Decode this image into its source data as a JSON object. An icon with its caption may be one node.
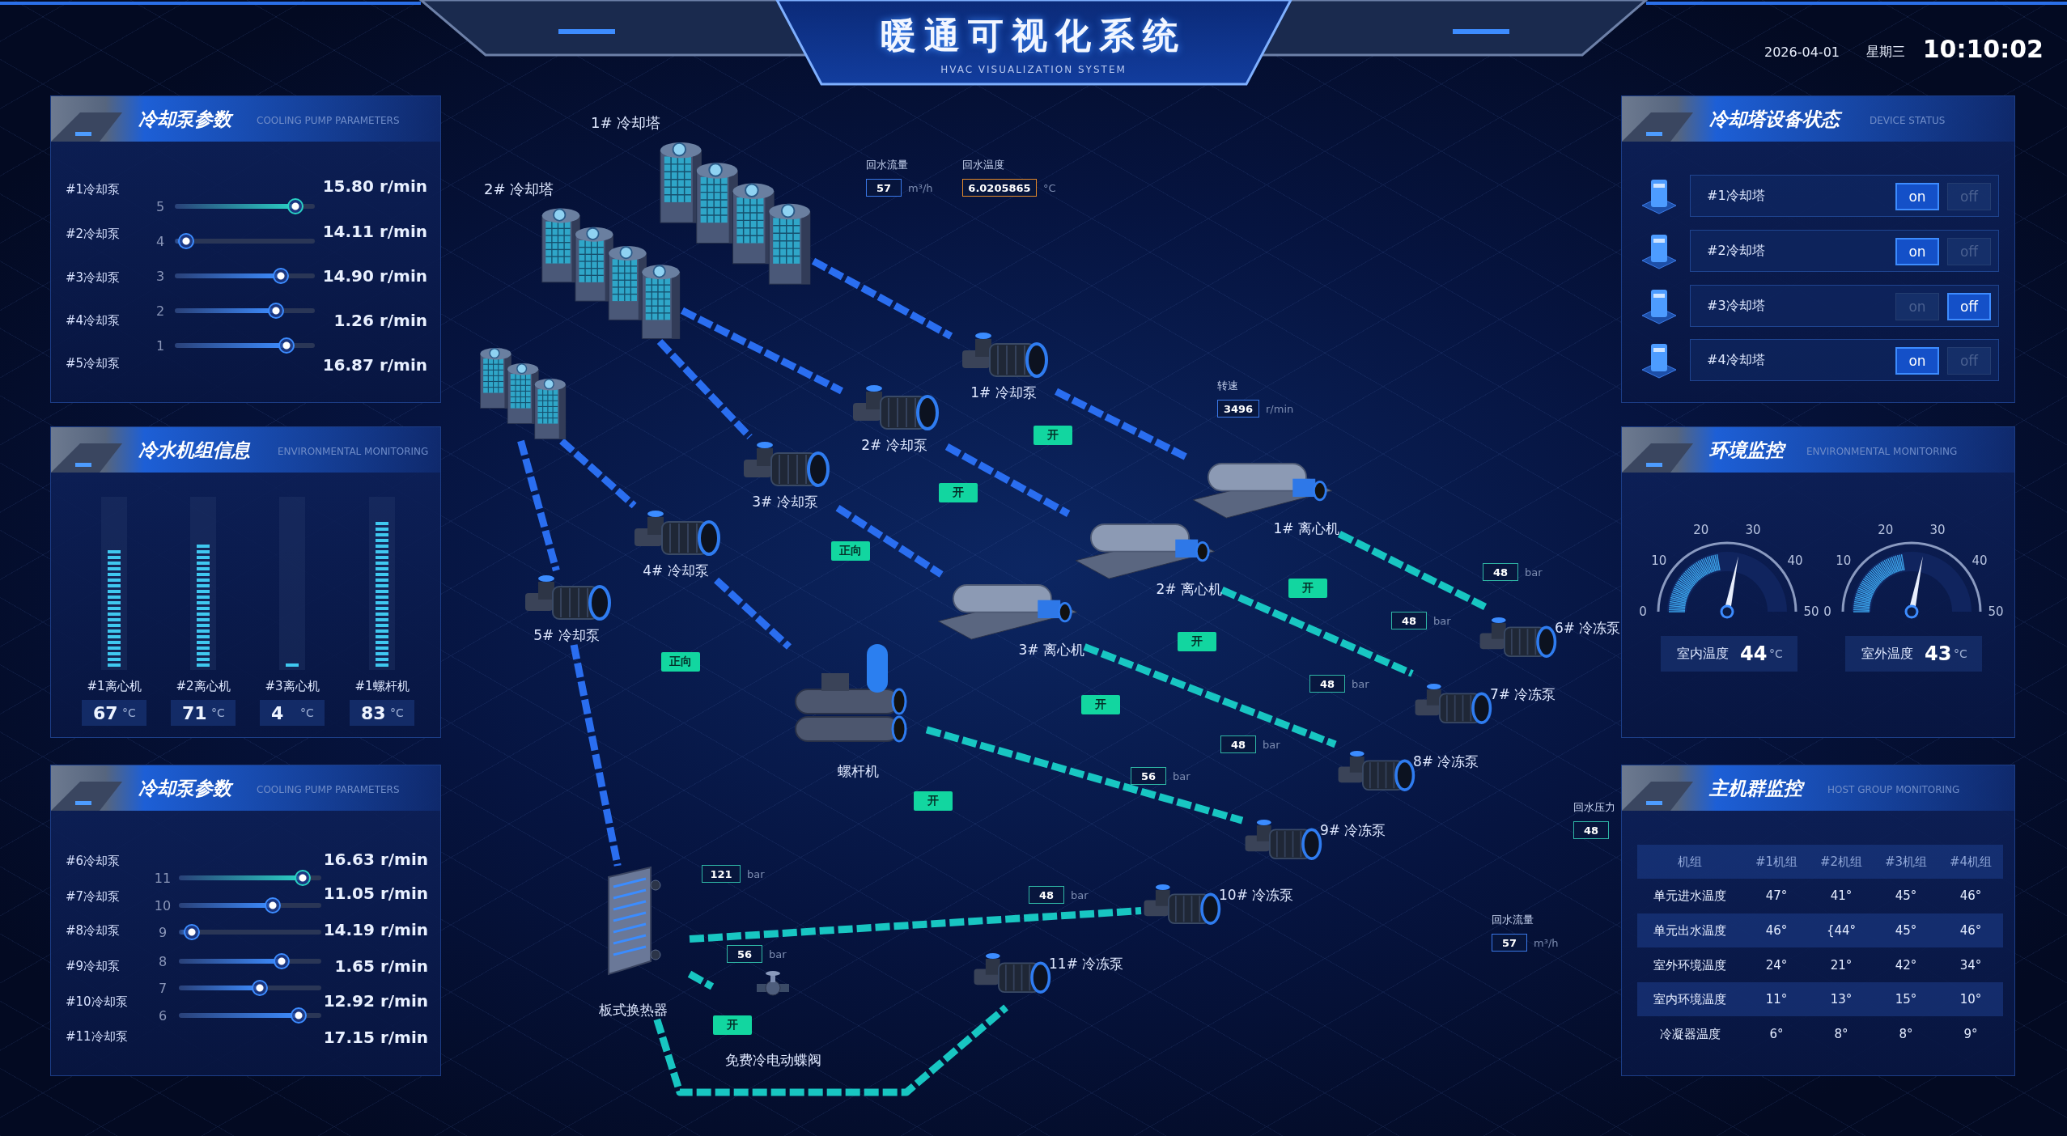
{
  "diagram": {
    "title": "暖通可视化系统",
    "nodes": [
      {
        "text": [
          "冷却泵参数",
          "COOLING PUMP PARAMETERS"
        ]
      },
      {
        "text": [
          "冷水机组信息",
          "ENVIRONMENTAL MONITORING"
        ]
      },
      {
        "text": [
          "冷却泵参数",
          "COOLING PUMP PARAMETERS"
        ]
      },
      {
        "text": [
          "冷却塔设备状态",
          "DEVICE STATUS"
        ]
      },
      {
        "text": [
          "环境监控",
          "ENVIRONMENTAL MONITORING"
        ]
      },
      {
        "text": [
          "主机群监控",
          "HOST GROUP MONITORING"
        ]
      },
      {
        "text": [
          "#1冷却塔"
        ],
        "in": 3
      },
      {
        "text": [
          "#2冷却塔"
        ],
        "in": 3
      },
      {
        "text": [
          "#3冷却塔"
        ],
        "in": 3
      },
      {
        "text": [
          "#4冷却塔"
        ],
        "in": 3
      },
      {
        "text": [
          "on"
        ],
        "in": 6
      },
      {
        "text": [
          "off"
        ],
        "in": 6
      },
      {
        "text": [
          "on"
        ],
        "in": 7
      },
      {
        "text": [
          "off"
        ],
        "in": 7
      },
      {
        "text": [
          "on"
        ],
        "in": 8
      },
      {
        "text": [
          "off"
        ],
        "in": 8
      },
      {
        "text": [
          "on"
        ],
        "in": 9
      },
      {
        "text": [
          "off"
        ],
        "in": 9
      },
      {
        "text": [
          "67",
          "°C"
        ],
        "in": 1
      },
      {
        "text": [
          "71",
          "°C"
        ],
        "in": 1
      },
      {
        "text": [
          "4",
          "°C"
        ],
        "in": 1
      },
      {
        "text": [
          "83",
          "°C"
        ],
        "in": 1
      },
      {
        "text": [
          "室内温度",
          "44",
          "°C"
        ],
        "in": 4
      },
      {
        "text": [
          "室外温度",
          "43",
          "°C"
        ],
        "in": 4
      },
      {
        "text": [
          "1# 冷却塔"
        ]
      },
      {
        "text": [
          "2# 冷却塔"
        ]
      },
      {
        "text": [],
        "shape": "picture"
      },
      {
        "text": [
          "1# 冷却泵"
        ]
      },
      {
        "text": [
          "2# 冷却泵"
        ]
      },
      {
        "text": [
          "3# 冷却泵"
        ]
      },
      {
        "text": [
          "4# 冷却泵"
        ]
      },
      {
        "text": [
          "5# 冷却泵"
        ]
      },
      {
        "text": [
          "1# 离心机"
        ]
      },
      {
        "text": [
          "2# 离心机"
        ]
      },
      {
        "text": [
          "3# 离心机"
        ]
      },
      {
        "text": [
          "螺杆机"
        ]
      },
      {
        "text": [
          "6# 冷冻泵"
        ]
      },
      {
        "text": [
          "7# 冷冻泵"
        ]
      },
      {
        "text": [
          "8# 冷冻泵"
        ]
      },
      {
        "text": [
          "9# 冷冻泵"
        ]
      },
      {
        "text": [
          "10# 冷冻泵"
        ]
      },
      {
        "text": [
          "11# 冷冻泵"
        ]
      },
      {
        "text": [
          "板式换热器"
        ]
      },
      {
        "text": [
          "免费冷电动蝶阀"
        ]
      },
      {
        "text": [
          "开"
        ]
      },
      {
        "text": [
          "开"
        ]
      },
      {
        "text": [
          "正向"
        ]
      },
      {
        "text": [
          "正向"
        ]
      },
      {
        "text": [
          "开"
        ]
      },
      {
        "text": [
          "开"
        ]
      },
      {
        "text": [
          "开"
        ]
      },
      {
        "text": [
          "开"
        ]
      },
      {
        "text": [
          "开"
        ],
        "in": 43
      },
      {
        "text": [
          "57"
        ],
        "beside": [
          "回水流量",
          "m³/h"
        ]
      },
      {
        "text": [
          "6.0205865"
        ],
        "beside": [
          "回水温度",
          "°C"
        ]
      },
      {
        "text": [
          "3496"
        ],
        "beside": [
          "转速",
          "r/min"
        ]
      },
      {
        "text": [
          "48"
        ],
        "beside": [
          "bar"
        ]
      },
      {
        "text": [
          "48"
        ],
        "beside": [
          "bar"
        ]
      },
      {
        "text": [
          "48"
        ],
        "beside": [
          "bar"
        ]
      },
      {
        "text": [
          "48"
        ],
        "beside": [
          "bar"
        ]
      },
      {
        "text": [
          "56"
        ],
        "beside": [
          "bar"
        ]
      },
      {
        "text": [
          "48"
        ],
        "beside": [
          "bar"
        ]
      },
      {
        "text": [
          "121"
        ],
        "beside": [
          "bar"
        ]
      },
      {
        "text": [
          "56"
        ],
        "beside": [
          "bar"
        ]
      },
      {
        "text": [
          "48"
        ],
        "beside": [
          "回水压力"
        ]
      },
      {
        "text": [
          "57"
        ],
        "beside": [
          "回水流量",
          "m³/h"
        ]
      }
    ],
    "edges": [
      {
        "from": 24,
        "to": 27,
        "arrow": "none"
      },
      {
        "from": 25,
        "to": 28,
        "arrow": "none"
      },
      {
        "from": 25,
        "to": 29,
        "arrow": "none"
      },
      {
        "from": 26,
        "to": 30,
        "arrow": "none"
      },
      {
        "from": 26,
        "to": 31,
        "arrow": "none"
      },
      {
        "from": 27,
        "to": 32,
        "arrow": "none"
      },
      {
        "from": 28,
        "to": 33,
        "arrow": "none"
      },
      {
        "from": 29,
        "to": 34,
        "arrow": "none"
      },
      {
        "from": 30,
        "to": 35,
        "arrow": "none"
      },
      {
        "from": 31,
        "to": 42,
        "arrow": "none"
      },
      {
        "from": 32,
        "to": 36,
        "arrow": "none",
        "color": "#18c6c2"
      },
      {
        "from": 33,
        "to": 37,
        "arrow": "none",
        "color": "#18c6c2"
      },
      {
        "from": 34,
        "to": 38,
        "arrow": "none",
        "color": "#18c6c2"
      },
      {
        "from": 35,
        "to": 39,
        "arrow": "none",
        "color": "#18c6c2"
      },
      {
        "from": 42,
        "to": 40,
        "arrow": "none",
        "color": "#18c6c2"
      },
      {
        "from": 42,
        "to": 41,
        "arrow": "none",
        "color": "#18c6c2"
      },
      {
        "from": 42,
        "to": 43,
        "arrow": "none",
        "color": "#18c6c2"
      }
    ],
    "labels": [
      "HVAC VISUALIZATION SYSTEM",
      "2026-04-01",
      "星期三",
      "10:10:02",
      "#1冷却泵",
      "15.80 r/min",
      "5",
      "#2冷却泵",
      "14.11 r/min",
      "4",
      "#3冷却泵",
      "3",
      "14.90 r/min",
      "2",
      "#4冷却泵",
      "1.26 r/min",
      "1",
      "#5冷却泵",
      "16.87 r/min",
      "#1离心机",
      "#2离心机",
      "#3离心机",
      "#1螺杆机",
      "#6冷却泵",
      "16.63 r/min",
      "11",
      "#7冷却泵",
      "11.05 r/min",
      "10",
      "#8冷却泵",
      "9",
      "14.19 r/min",
      "#9冷却泵",
      "8",
      "1.65 r/min",
      "7",
      "#10冷却泵",
      "12.92 r/min",
      "6",
      "#11冷却泵",
      "17.15 r/min",
      "0",
      "10",
      "20",
      "30",
      "40",
      "50",
      "0",
      "10",
      "20",
      "30",
      "40",
      "50",
      "机组",
      "#1机组",
      "#2机组",
      "#3机组",
      "#4机组",
      "单元进水温度",
      "47°",
      "41°",
      "45°",
      "46°",
      "单元出水温度",
      "46°",
      "{44°",
      "45°",
      "46°",
      "室外环境温度",
      "24°",
      "21°",
      "42°",
      "34°",
      "室内环境温度",
      "11°",
      "13°",
      "15°",
      "10°",
      "冷凝器温度",
      "6°",
      "8°",
      "8°",
      "9°"
    ]
  }
}
